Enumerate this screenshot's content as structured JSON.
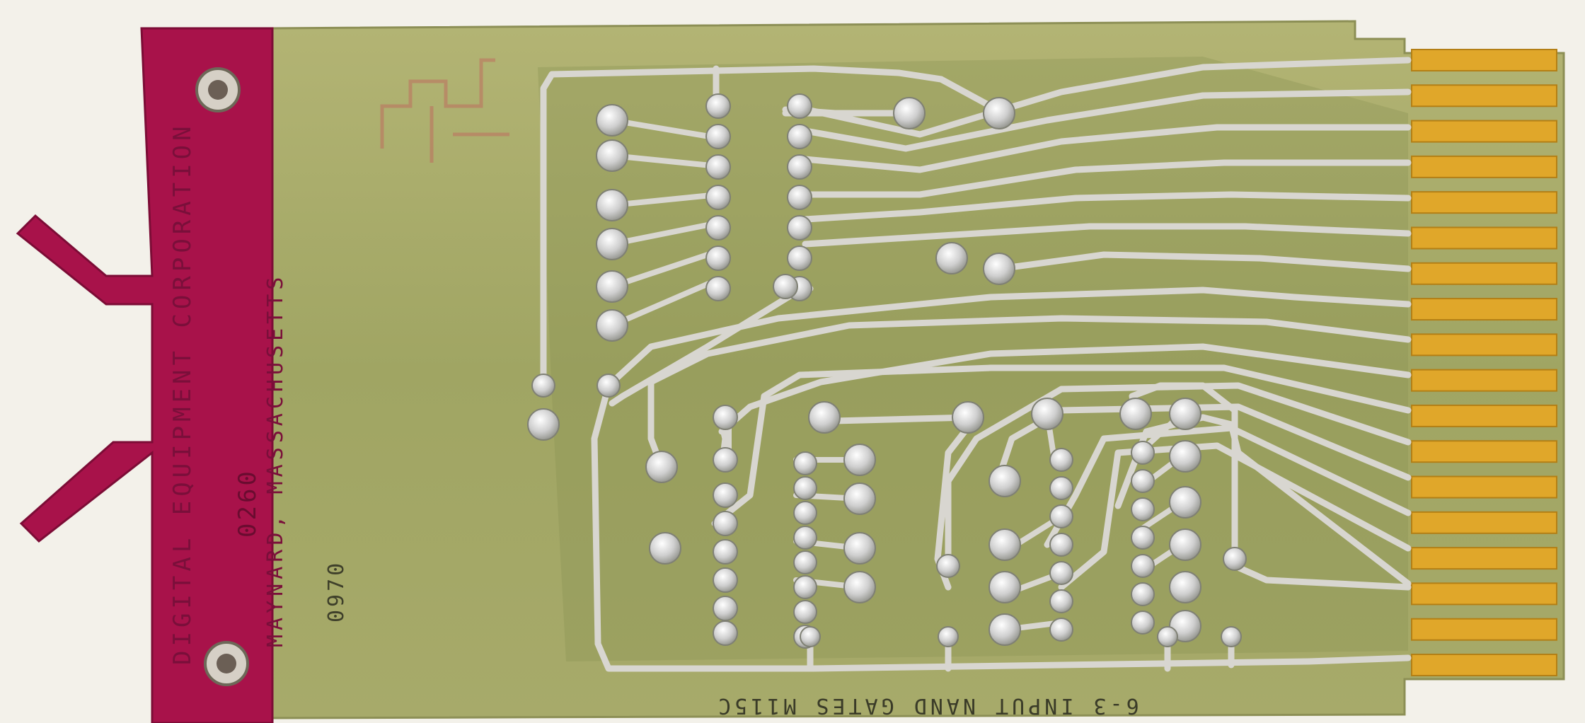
{
  "board": {
    "manufacturer": "DIGITAL EQUIPMENT CORPORATION",
    "location": "MAYNARD, MASSACHUSETTS",
    "handle_code": "0260",
    "board_number": "0970",
    "title": "6-3 INPUT NAND GATES M115C"
  },
  "colors": {
    "background": "#f3f1ea",
    "pcb": "#a5a866",
    "handle": "#a8124a",
    "gold_contact": "#e0a72a",
    "solder": "#d8d6d0"
  },
  "connector": {
    "finger_count": 18
  }
}
